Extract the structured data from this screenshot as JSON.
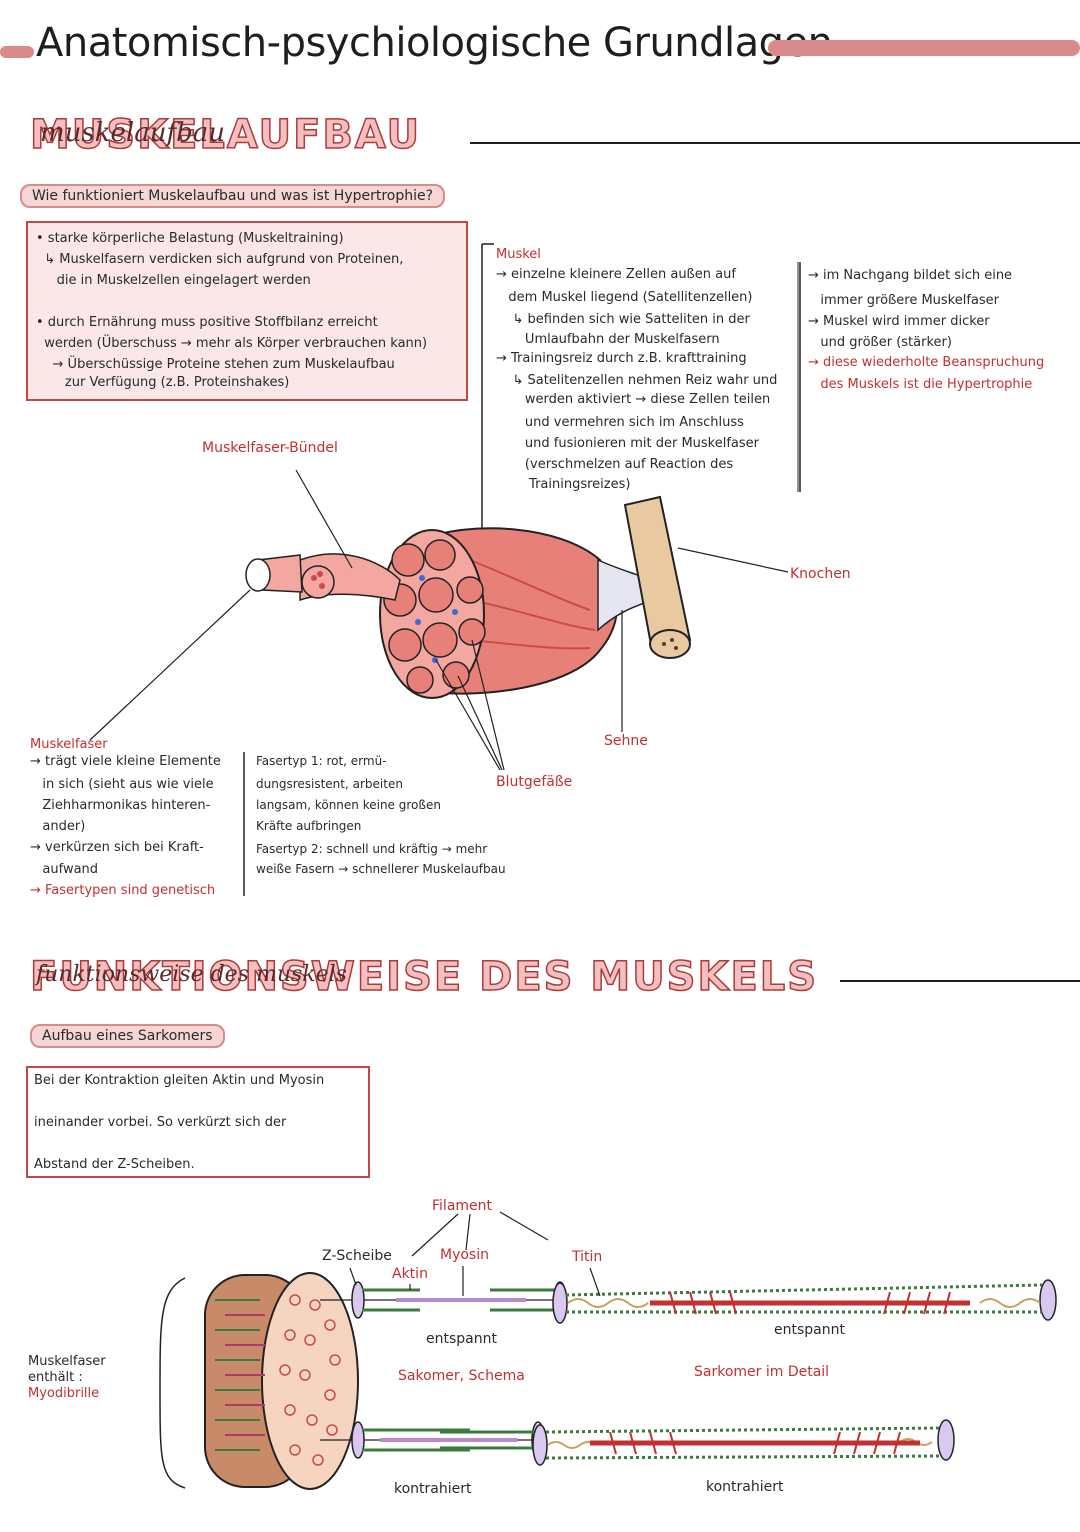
{
  "title": "Anatomisch-psychiologische Grundlagen",
  "section1": {
    "heading": "MUSKELAUFBAU",
    "heading_script": "muskelaufbau",
    "question": "Wie funktioniert Muskelaufbau und was ist Hypertrophie?",
    "box_lines": [
      "• starke körperliche Belastung (Muskeltraining)",
      "  ↳ Muskelfasern verdicken sich aufgrund von Proteinen,",
      "     die in Muskelzellen eingelagert werden",
      "",
      "• durch Ernährung muss positive Stoffbilanz erreicht",
      "  werden (Überschuss → mehr als Körper verbrauchen kann)",
      "    → Überschüssige Proteine stehen zum Muskelaufbau",
      "       zur Verfügung (z.B. Proteinshakes)"
    ],
    "muskel_title": "Muskel",
    "muskel_lines": [
      "→ einzelne kleinere Zellen außen auf",
      "   dem Muskel liegend (Satellitenzellen)",
      "    ↳ befinden sich wie Satteliten in der",
      "       Umlaufbahn der Muskelfasern",
      "→ Trainingsreiz durch z.B. krafttraining",
      "    ↳ Satelitenzellen nehmen Reiz wahr und",
      "       werden aktiviert → diese Zellen teilen",
      "       und vermehren sich im Anschluss",
      "       und fusionieren mit der Muskelfaser",
      "       (verschmelzen auf Reaction des",
      "        Trainingsreizes)"
    ],
    "right_lines": [
      "→ im Nachgang bildet sich eine",
      "   immer größere Muskelfaser",
      "→ Muskel wird immer dicker",
      "   und größer (stärker)"
    ],
    "right_red_lines": [
      "→ diese wiederholte Beanspruchung",
      "   des Muskels ist die Hypertrophie"
    ],
    "label_bundle": "Muskelfaser-Bündel",
    "label_bone": "Knochen",
    "label_tendon": "Sehne",
    "label_vessels": "Blutgefäße",
    "faser_title": "Muskelfaser",
    "faser_lines": [
      "→ trägt viele kleine Elemente",
      "   in sich (sieht aus wie viele",
      "   Ziehharmonikas hinteren-",
      "   ander)",
      "→ verkürzen sich bei Kraft-",
      "   aufwand"
    ],
    "faser_red": "→ Fasertypen sind genetisch",
    "fasertyp_lines": [
      "Fasertyp 1: rot, ermü-",
      "dungsresistent, arbeiten",
      "langsam, können keine großen",
      "Kräfte aufbringen",
      "Fasertyp 2: schnell und kräftig → mehr",
      "weiße Fasern → schnellerer Muskelaufbau"
    ]
  },
  "section2": {
    "heading": "FUNKTIONSWEISE DES MUSKELS",
    "heading_script": "funktionsweise des muskels",
    "pill": "Aufbau eines Sarkomers",
    "box_lines": [
      "Bei der Kontraktion gleiten Aktin und Myosin",
      "ineinander vorbei. So verkürzt sich der",
      "Abstand der Z-Scheiben."
    ],
    "label_filament": "Filament",
    "label_zscheibe": "Z-Scheibe",
    "label_aktin": "Aktin",
    "label_myosin": "Myosin",
    "label_titin": "Titin",
    "label_entspannt_1": "entspannt",
    "label_entspannt_2": "entspannt",
    "label_schema": "Sakomer, Schema",
    "label_detail": "Sarkomer im Detail",
    "label_kontrahiert_1": "kontrahiert",
    "label_kontrahiert_2": "kontrahiert",
    "muskelfaser_label_1": "Muskelfaser",
    "muskelfaser_label_2": "enthält :",
    "muskelfaser_label_3": "Myodibrille"
  },
  "colors": {
    "accent": "#c2302f",
    "pink_fill": "#fbe7e7",
    "title_bar": "#d98a8a",
    "bone": "#e8c9a0",
    "myosin": "#b98ac9",
    "actin": "#3d7a3d"
  }
}
